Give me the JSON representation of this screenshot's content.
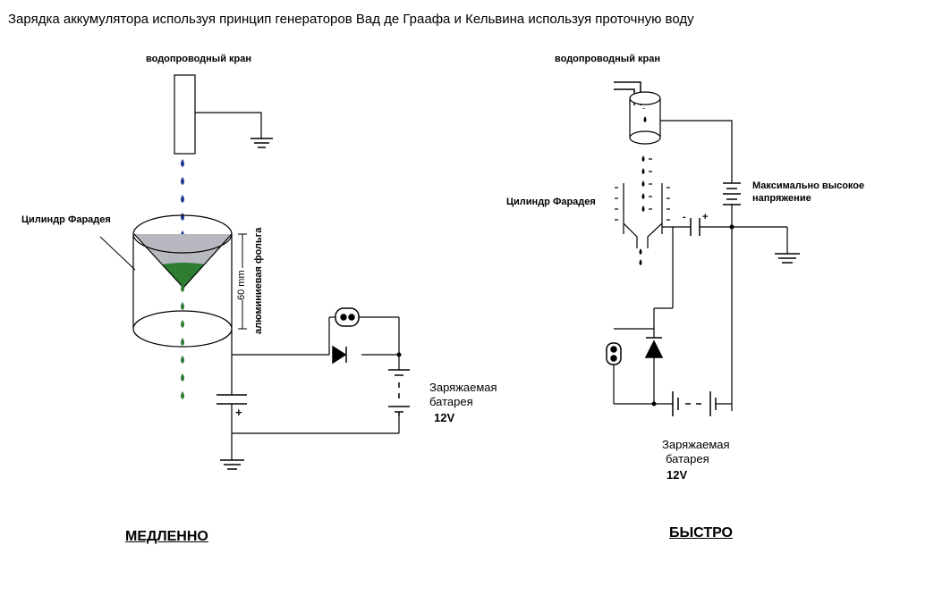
{
  "title": "Зарядка аккумулятора используя принцип генераторов Вад де Граафа и Кельвина используя проточную воду",
  "slow": {
    "tap_label": "водопроводный кран",
    "cylinder_label": "Цилиндр Фарадея",
    "dimension_label": "60 mm",
    "foil_label": "алюминиевая фольга",
    "battery_label_1": "Заряжаемая",
    "battery_label_2": "батарея",
    "battery_voltage": "12V",
    "plus_sign": "+",
    "mode_label": "МЕДЛЕННО"
  },
  "fast": {
    "tap_label": "водопроводный кран",
    "cylinder_label": "Цилиндр Фарадея",
    "source_label_1": "Максимально высокое",
    "source_label_2": "напряжение",
    "minus_sign": "-",
    "plus_sign": "+",
    "battery_label_1": "Заряжаемая",
    "battery_label_2": "батарея",
    "battery_voltage": "12V",
    "mode_label": "БЫСТРО"
  },
  "colors": {
    "drop_blue": "#1f3a93",
    "drop_green": "#2e7d32",
    "water_grey": "#b8b8c0",
    "ink": "#000000"
  }
}
